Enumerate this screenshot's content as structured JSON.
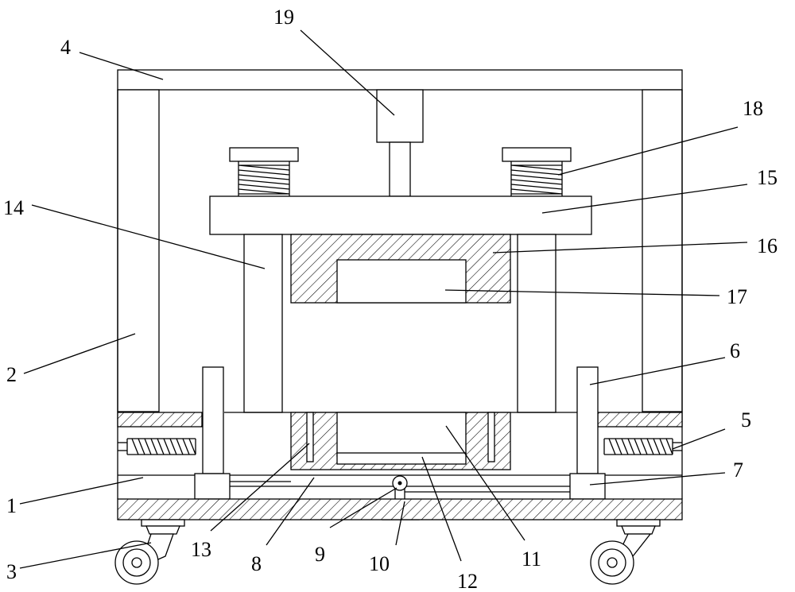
{
  "labels": [
    {
      "id": "part-1",
      "text": "1"
    },
    {
      "id": "part-2",
      "text": "2"
    },
    {
      "id": "part-3",
      "text": "3"
    },
    {
      "id": "part-4",
      "text": "4"
    },
    {
      "id": "part-5",
      "text": "5"
    },
    {
      "id": "part-6",
      "text": "6"
    },
    {
      "id": "part-7",
      "text": "7"
    },
    {
      "id": "part-8",
      "text": "8"
    },
    {
      "id": "part-9",
      "text": "9"
    },
    {
      "id": "part-10",
      "text": "10"
    },
    {
      "id": "part-11",
      "text": "11"
    },
    {
      "id": "part-12",
      "text": "12"
    },
    {
      "id": "part-13",
      "text": "13"
    },
    {
      "id": "part-14",
      "text": "14"
    },
    {
      "id": "part-15",
      "text": "15"
    },
    {
      "id": "part-16",
      "text": "16"
    },
    {
      "id": "part-17",
      "text": "17"
    },
    {
      "id": "part-18",
      "text": "18"
    },
    {
      "id": "part-19",
      "text": "19"
    }
  ]
}
